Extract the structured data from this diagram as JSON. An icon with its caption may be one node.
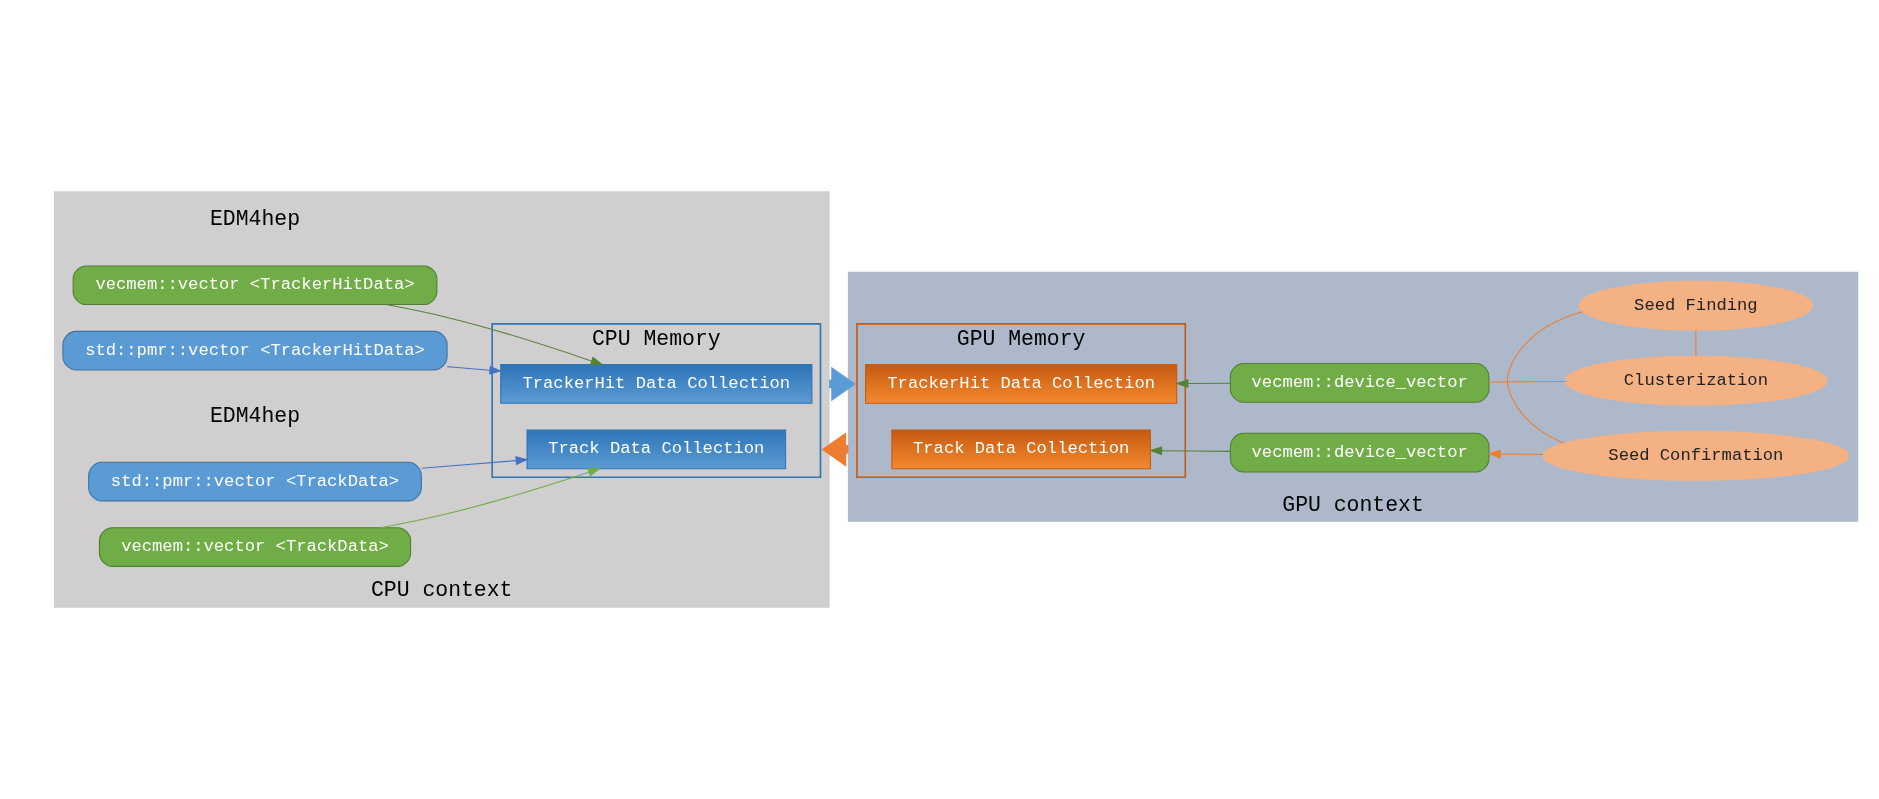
{
  "diagram": {
    "nodes": [
      {
        "text": [
          "CPU context"
        ]
      },
      {
        "text": [
          "CPU Memory"
        ],
        "in": 0
      },
      {
        "text": [
          "std::pmr::vector <TrackerHitData>"
        ],
        "in": 0
      },
      {
        "text": [
          "vecmem::vector <TrackerHitData>"
        ],
        "in": 0
      },
      {
        "text": [
          "TrackerHit Data Collection"
        ],
        "in": 1
      },
      {
        "text": [
          "std::pmr::vector <TrackData>"
        ],
        "in": 0
      },
      {
        "text": [
          "vecmem::vector <TrackData>"
        ],
        "in": 0
      },
      {
        "text": [
          "Track Data Collection"
        ],
        "in": 1
      },
      {
        "text": [
          "GPU context"
        ]
      },
      {
        "text": [
          "GPU Memory"
        ],
        "in": 8
      },
      {
        "text": [
          "TrackerHit Data Collection"
        ],
        "in": 9
      },
      {
        "text": [
          "vecmem::device_vector"
        ],
        "in": 8
      },
      {
        "text": [
          "Clusterization"
        ],
        "in": 8
      },
      {
        "text": [
          "Seed Finding"
        ],
        "in": 8
      },
      {
        "text": [
          "Seed Confirmation"
        ],
        "in": 8
      },
      {
        "text": [
          "Track Data Collection"
        ],
        "in": 9
      },
      {
        "text": [
          "vecmem::device_vector"
        ],
        "in": 8
      }
    ],
    "edges": [
      {
        "from": 2,
        "to": 4,
        "arrow": "to",
        "color": "#4472c4"
      },
      {
        "from": 3,
        "to": 4,
        "arrow": "to",
        "color": "#548235"
      },
      {
        "from": 5,
        "to": 7,
        "arrow": "to",
        "color": "#4472c4"
      },
      {
        "from": 6,
        "to": 7,
        "arrow": "to",
        "color": "#70ad47"
      },
      {
        "from": 0,
        "to": 8,
        "arrow": "to",
        "style": "thick",
        "color": "#5b9bd5"
      },
      {
        "from": 8,
        "to": 0,
        "arrow": "to",
        "style": "thick",
        "color": "#ed7d31"
      },
      {
        "from": 11,
        "to": 10,
        "arrow": "to",
        "color": "#548235"
      },
      {
        "from": 11,
        "to": 12,
        "arrow": "none",
        "color": "#ed7d31"
      },
      {
        "from": 12,
        "to": 13,
        "arrow": "none",
        "color": "#ed7d31"
      },
      {
        "from": 13,
        "to": 14,
        "arrow": "none",
        "color": "#ed7d31"
      },
      {
        "from": 14,
        "to": 16,
        "arrow": "to",
        "color": "#ed7d31"
      },
      {
        "from": 16,
        "to": 15,
        "arrow": "to",
        "color": "#548235"
      }
    ],
    "labels": [
      "EDM4hep",
      "EDM4hep"
    ]
  }
}
